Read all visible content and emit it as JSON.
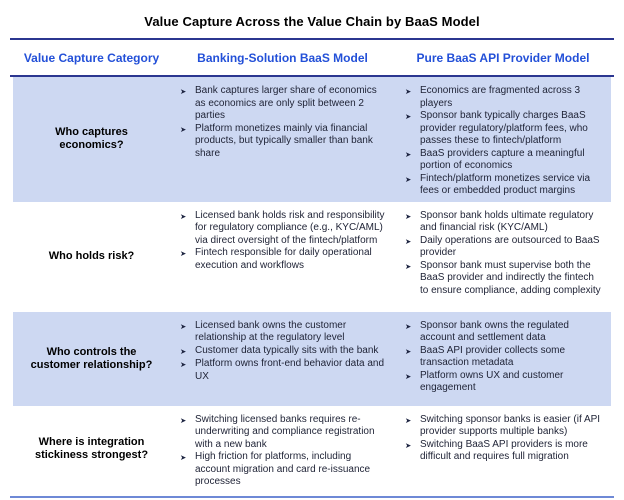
{
  "title": "Value Capture Across the Value Chain by BaaS Model",
  "bullets": {
    "glyph": "➤"
  },
  "colors": {
    "header_text": "#2350d8",
    "band_background": "#cdd8f2",
    "rule_dark": "#2b3690",
    "rule_light": "#6e89d6",
    "body_text": "#1e2235"
  },
  "header": {
    "columns": [
      "Value Capture Category",
      "Banking-Solution BaaS Model",
      "Pure BaaS API Provider Model"
    ]
  },
  "rows": [
    {
      "category": "Who captures economics?",
      "banking": [
        "Bank captures larger share of economics as economics are only split between 2 parties",
        "Platform monetizes mainly via financial products, but typically smaller than bank share"
      ],
      "pure": [
        "Economics are fragmented across 3 players",
        "Sponsor bank typically charges BaaS provider regulatory/platform fees, who passes these to fintech/platform",
        "BaaS providers capture a meaningful portion of economics",
        "Fintech/platform monetizes service via fees or embedded product margins"
      ]
    },
    {
      "category": "Who holds risk?",
      "banking": [
        "Licensed bank holds risk and responsibility for regulatory compliance (e.g., KYC/AML) via direct oversight of the fintech/platform",
        "Fintech responsible for daily operational execution and workflows"
      ],
      "pure": [
        "Sponsor bank holds ultimate regulatory and financial risk (KYC/AML)",
        "Daily operations are outsourced to BaaS provider",
        "Sponsor bank must supervise both the BaaS provider and indirectly the fintech to ensure compliance, adding complexity"
      ]
    },
    {
      "category": "Who controls the customer relationship?",
      "banking": [
        "Licensed bank owns the customer relationship at the regulatory level",
        "Customer data typically sits with the bank",
        "Platform owns front-end behavior data and UX"
      ],
      "pure": [
        "Sponsor bank owns the regulated account and settlement data",
        "BaaS API provider collects some transaction metadata",
        "Platform owns UX and customer engagement"
      ]
    },
    {
      "category": "Where is integration stickiness strongest?",
      "banking": [
        "Switching licensed banks requires re-underwriting and compliance registration with a new bank",
        "High friction for platforms, including account migration and  card re-issuance processes"
      ],
      "pure": [
        "Switching sponsor banks is easier (if API provider supports multiple banks)",
        "Switching BaaS API providers is more difficult and requires full migration"
      ]
    }
  ]
}
